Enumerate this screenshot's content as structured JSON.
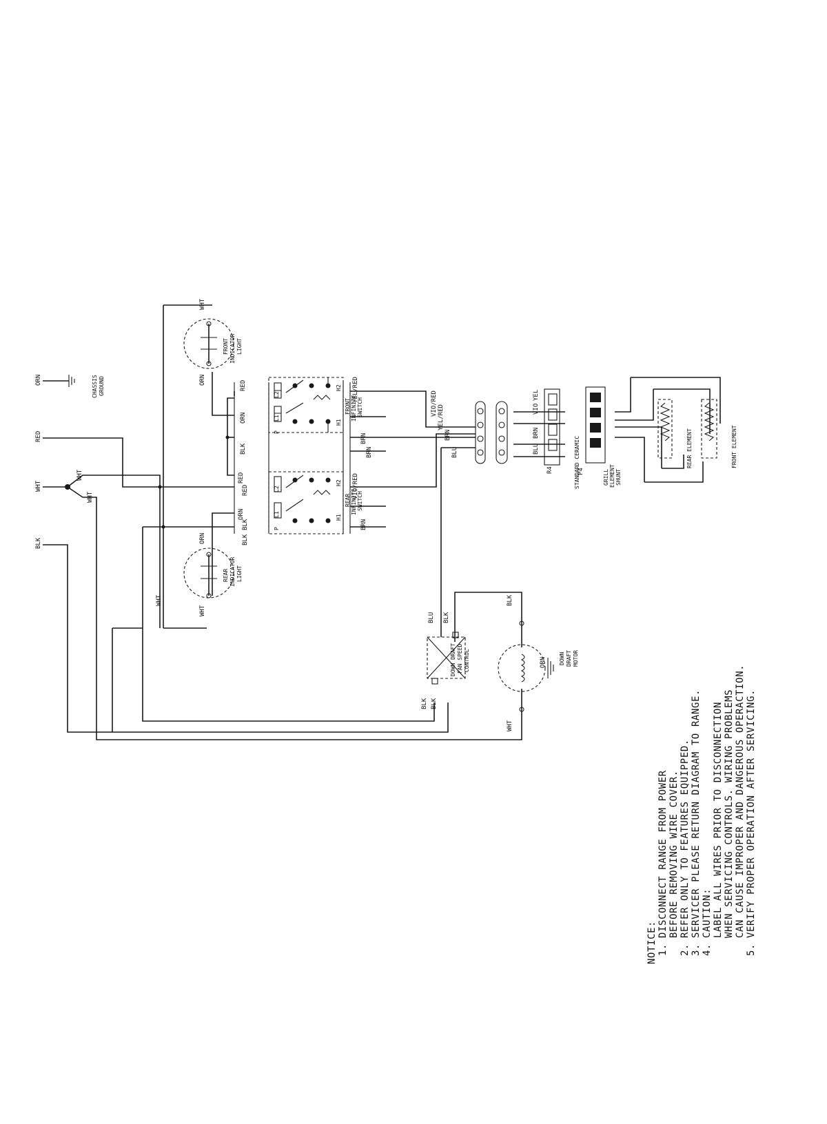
{
  "wires": {
    "orn": "ORN",
    "red": "RED",
    "wht": "WHT",
    "blk": "BLK",
    "yel": "YEL",
    "vio": "VIO",
    "brn": "BRN",
    "blu": "BLU",
    "vio_red": "VIO/RED",
    "yel_red": "YEL/RED"
  },
  "components": {
    "chassis_ground_1": "CHASSIS",
    "chassis_ground_2": "GROUND",
    "front_light_1": "FRONT",
    "front_light_2": "INDICATOR",
    "front_light_3": "LIGHT",
    "rear_light_1": "REAR",
    "rear_light_2": "INDICATOR",
    "rear_light_3": "LIGHT",
    "front_switch_1": "FRONT",
    "front_switch_2": "INFINITE",
    "front_switch_3": "SWITCH",
    "rear_switch_1": "REAR",
    "rear_switch_2": "INFINITE",
    "rear_switch_3": "SWITCH",
    "fan_control_1": "DOWN DRAFT",
    "fan_control_2": "FAN SPEED",
    "fan_control_3": "CONTROL",
    "motor_1": "DOWN",
    "motor_2": "DRAFT",
    "motor_3": "MOTOR",
    "standard_ceramic": "STANDARD CERAMIC",
    "grill_1": "GRILL",
    "grill_2": "ELEMENT",
    "grill_3": "SHUNT",
    "rear_element": "REAR ELEMENT",
    "front_element": "FRONT ELEMENT",
    "l1": "L1",
    "l2": "L2",
    "h1": "H1",
    "h2": "H2",
    "p": "P",
    "r4": "R4",
    "p4": "P4"
  },
  "notice": {
    "heading": "NOTICE:",
    "n1": "1.",
    "l1": "DISCONNECT RANGE FROM POWER",
    "l1b": "BEFORE REMOVING WIRE COVER.",
    "n2": "2.",
    "l2": "REFER ONLY TO FEATURES EQUIPPED.",
    "n3": "3.",
    "l3": "SERVICER PLEASE RETURN DIAGRAM TO RANGE.",
    "n4": "4.",
    "l4": "CAUTION:",
    "l4b": "LABEL ALL WIRES PRIOR TO DISCONNECTION",
    "l4c": "WHEN SERVICING CONTROLS. WIRING PROBLEMS",
    "l4d": "CAN CAUSE IMPROPER AND DANGEROUS OPERACTION.",
    "n5": "5.",
    "l5": "VERIFY PROPER OPERATION AFTER SERVICING."
  }
}
